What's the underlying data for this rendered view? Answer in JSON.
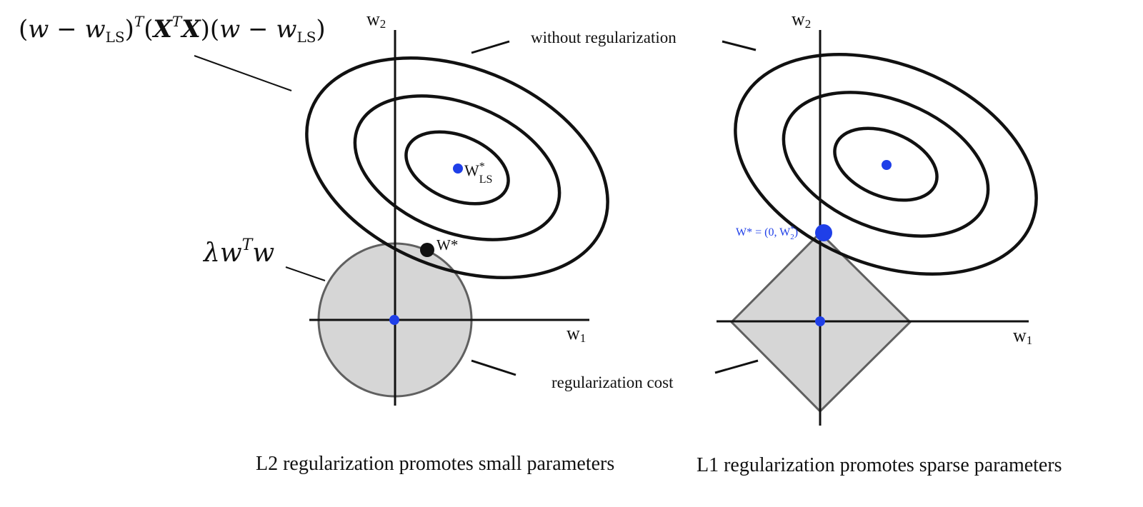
{
  "colors": {
    "ink": "#111111",
    "point": "#1f3fe8",
    "region_fill": "#d6d6d6",
    "region_stroke": "#606060"
  },
  "icons": [
    "ellipse-contour-icon",
    "circle-region-icon",
    "diamond-region-icon"
  ],
  "formula_loss": {
    "pre": "(",
    "w1": "w",
    "minus": " − ",
    "w2": "w",
    "sub_ls": "LS",
    "closep": ")",
    "supT": "T",
    "mid": "(",
    "X1": "X",
    "X2": "X",
    "mid2": ")(",
    "w3": "w",
    "minus2": " − ",
    "w4": "w",
    "end": ")"
  },
  "formula_reg": {
    "lambda": "λ",
    "w": "w",
    "supT": "T",
    "w2": "w"
  },
  "axis_labels": {
    "w1_left": "w",
    "w1_sub": "1",
    "w2_left": "w",
    "w2_sub": "2",
    "w1_right": "w",
    "w2_right": "w"
  },
  "annotations": {
    "without_reg": "without regularization",
    "reg_cost": "regularization cost"
  },
  "points": {
    "wls_label": "W",
    "wls_star": "*",
    "wls_sub": "LS",
    "wstar": "W*",
    "l1_opt_pre": "W* = (0, W",
    "l1_opt_star": "*",
    "l1_opt_sub": "2",
    "l1_opt_post": ")"
  },
  "captions": {
    "left": "L2 regularization promotes small parameters",
    "right": "L1 regularization promotes sparse parameters"
  }
}
